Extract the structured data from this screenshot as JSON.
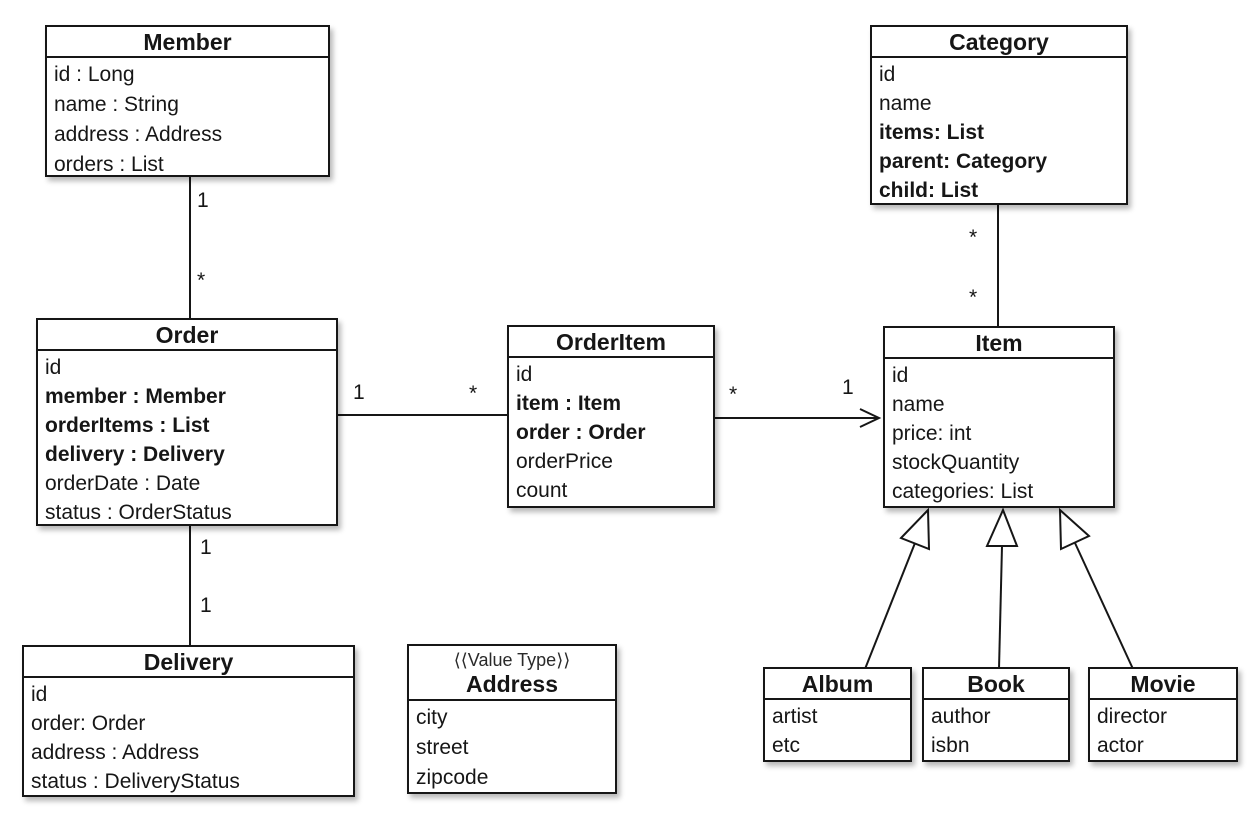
{
  "classes": {
    "member": {
      "name": "Member",
      "attributes": [
        {
          "text": "id : Long",
          "bold": false
        },
        {
          "text": "name : String",
          "bold": false
        },
        {
          "text": "address : Address",
          "bold": false
        },
        {
          "text": "orders : List",
          "bold": false
        }
      ]
    },
    "category": {
      "name": "Category",
      "attributes": [
        {
          "text": "id",
          "bold": false
        },
        {
          "text": "name",
          "bold": false
        },
        {
          "text": "items: List",
          "bold": true
        },
        {
          "text": "parent: Category",
          "bold": true
        },
        {
          "text": "child: List",
          "bold": true
        }
      ]
    },
    "order": {
      "name": "Order",
      "attributes": [
        {
          "text": "id",
          "bold": false
        },
        {
          "text": "member : Member",
          "bold": true
        },
        {
          "text": "orderItems : List",
          "bold": true
        },
        {
          "text": "delivery : Delivery",
          "bold": true
        },
        {
          "text": "orderDate : Date",
          "bold": false
        },
        {
          "text": "status : OrderStatus",
          "bold": false
        }
      ]
    },
    "order_item": {
      "name": "OrderItem",
      "attributes": [
        {
          "text": "id",
          "bold": false
        },
        {
          "text": "item : Item",
          "bold": true
        },
        {
          "text": "order : Order",
          "bold": true
        },
        {
          "text": "orderPrice",
          "bold": false
        },
        {
          "text": "count",
          "bold": false
        }
      ]
    },
    "item": {
      "name": "Item",
      "attributes": [
        {
          "text": "id",
          "bold": false
        },
        {
          "text": "name",
          "bold": false
        },
        {
          "text": "price: int",
          "bold": false
        },
        {
          "text": "stockQuantity",
          "bold": false
        },
        {
          "text": "categories: List",
          "bold": false
        }
      ]
    },
    "delivery": {
      "name": "Delivery",
      "attributes": [
        {
          "text": "id",
          "bold": false
        },
        {
          "text": "order: Order",
          "bold": false
        },
        {
          "text": "address : Address",
          "bold": false
        },
        {
          "text": "status : DeliveryStatus",
          "bold": false
        }
      ]
    },
    "address": {
      "stereotype": "⟨⟨Value Type⟩⟩",
      "name": "Address",
      "attributes": [
        {
          "text": "city",
          "bold": false
        },
        {
          "text": "street",
          "bold": false
        },
        {
          "text": "zipcode",
          "bold": false
        }
      ]
    },
    "album": {
      "name": "Album",
      "attributes": [
        {
          "text": "artist",
          "bold": false
        },
        {
          "text": "etc",
          "bold": false
        }
      ]
    },
    "book": {
      "name": "Book",
      "attributes": [
        {
          "text": "author",
          "bold": false
        },
        {
          "text": "isbn",
          "bold": false
        }
      ]
    },
    "movie": {
      "name": "Movie",
      "attributes": [
        {
          "text": "director",
          "bold": false
        },
        {
          "text": "actor",
          "bold": false
        }
      ]
    }
  },
  "relationships": {
    "member_order": {
      "member_end": "1",
      "order_end": "*"
    },
    "order_order_item": {
      "order_end": "1",
      "order_item_end": "*"
    },
    "order_item_item": {
      "order_item_end": "*",
      "item_end": "1"
    },
    "category_item": {
      "category_end": "*",
      "item_end": "*"
    },
    "order_delivery": {
      "order_end": "1",
      "delivery_end": "1"
    }
  }
}
